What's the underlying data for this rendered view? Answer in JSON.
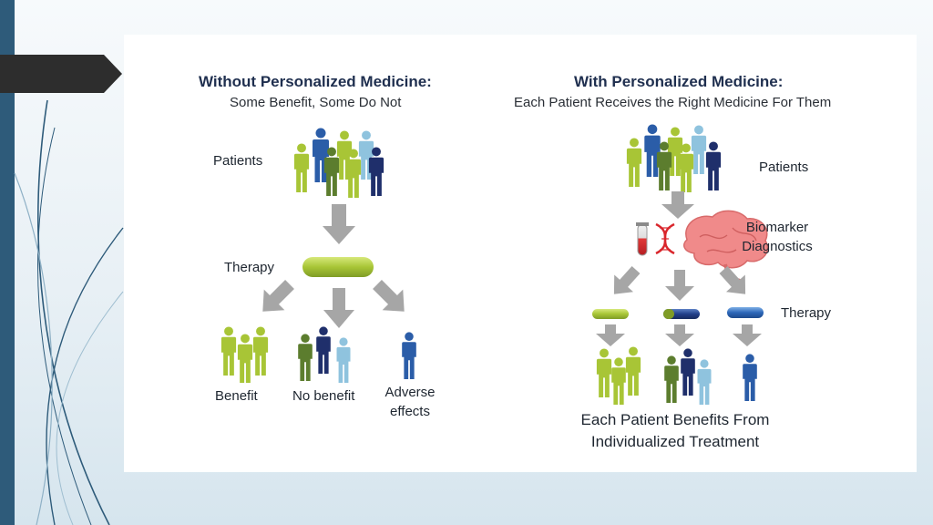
{
  "left": {
    "title": "Without Personalized Medicine:",
    "subtitle": "Some Benefit, Some Do Not",
    "patients_label": "Patients",
    "therapy_label": "Therapy",
    "outcome_benefit": "Benefit",
    "outcome_no_benefit": "No benefit",
    "outcome_adverse_1": "Adverse",
    "outcome_adverse_2": "effects"
  },
  "right": {
    "title": "With Personalized Medicine:",
    "subtitle": "Each Patient Receives the Right Medicine For Them",
    "patients_label": "Patients",
    "biomarker_1": "Biomarker",
    "biomarker_2": "Diagnostics",
    "therapy_label": "Therapy",
    "footer_1": "Each Patient Benefits From",
    "footer_2": "Individualized Treatment"
  },
  "colors": {
    "lime": "#a8c536",
    "lime_dark": "#7e9a2b",
    "green": "#5c7d2e",
    "navy": "#1f2f6b",
    "blue": "#2b5da8",
    "light_blue": "#8fc3de",
    "arrow_gray": "#a6a6a6",
    "brain_pink": "#f08a8a",
    "dna_red": "#d9262c",
    "slide_bar": "#2e5b7a"
  }
}
